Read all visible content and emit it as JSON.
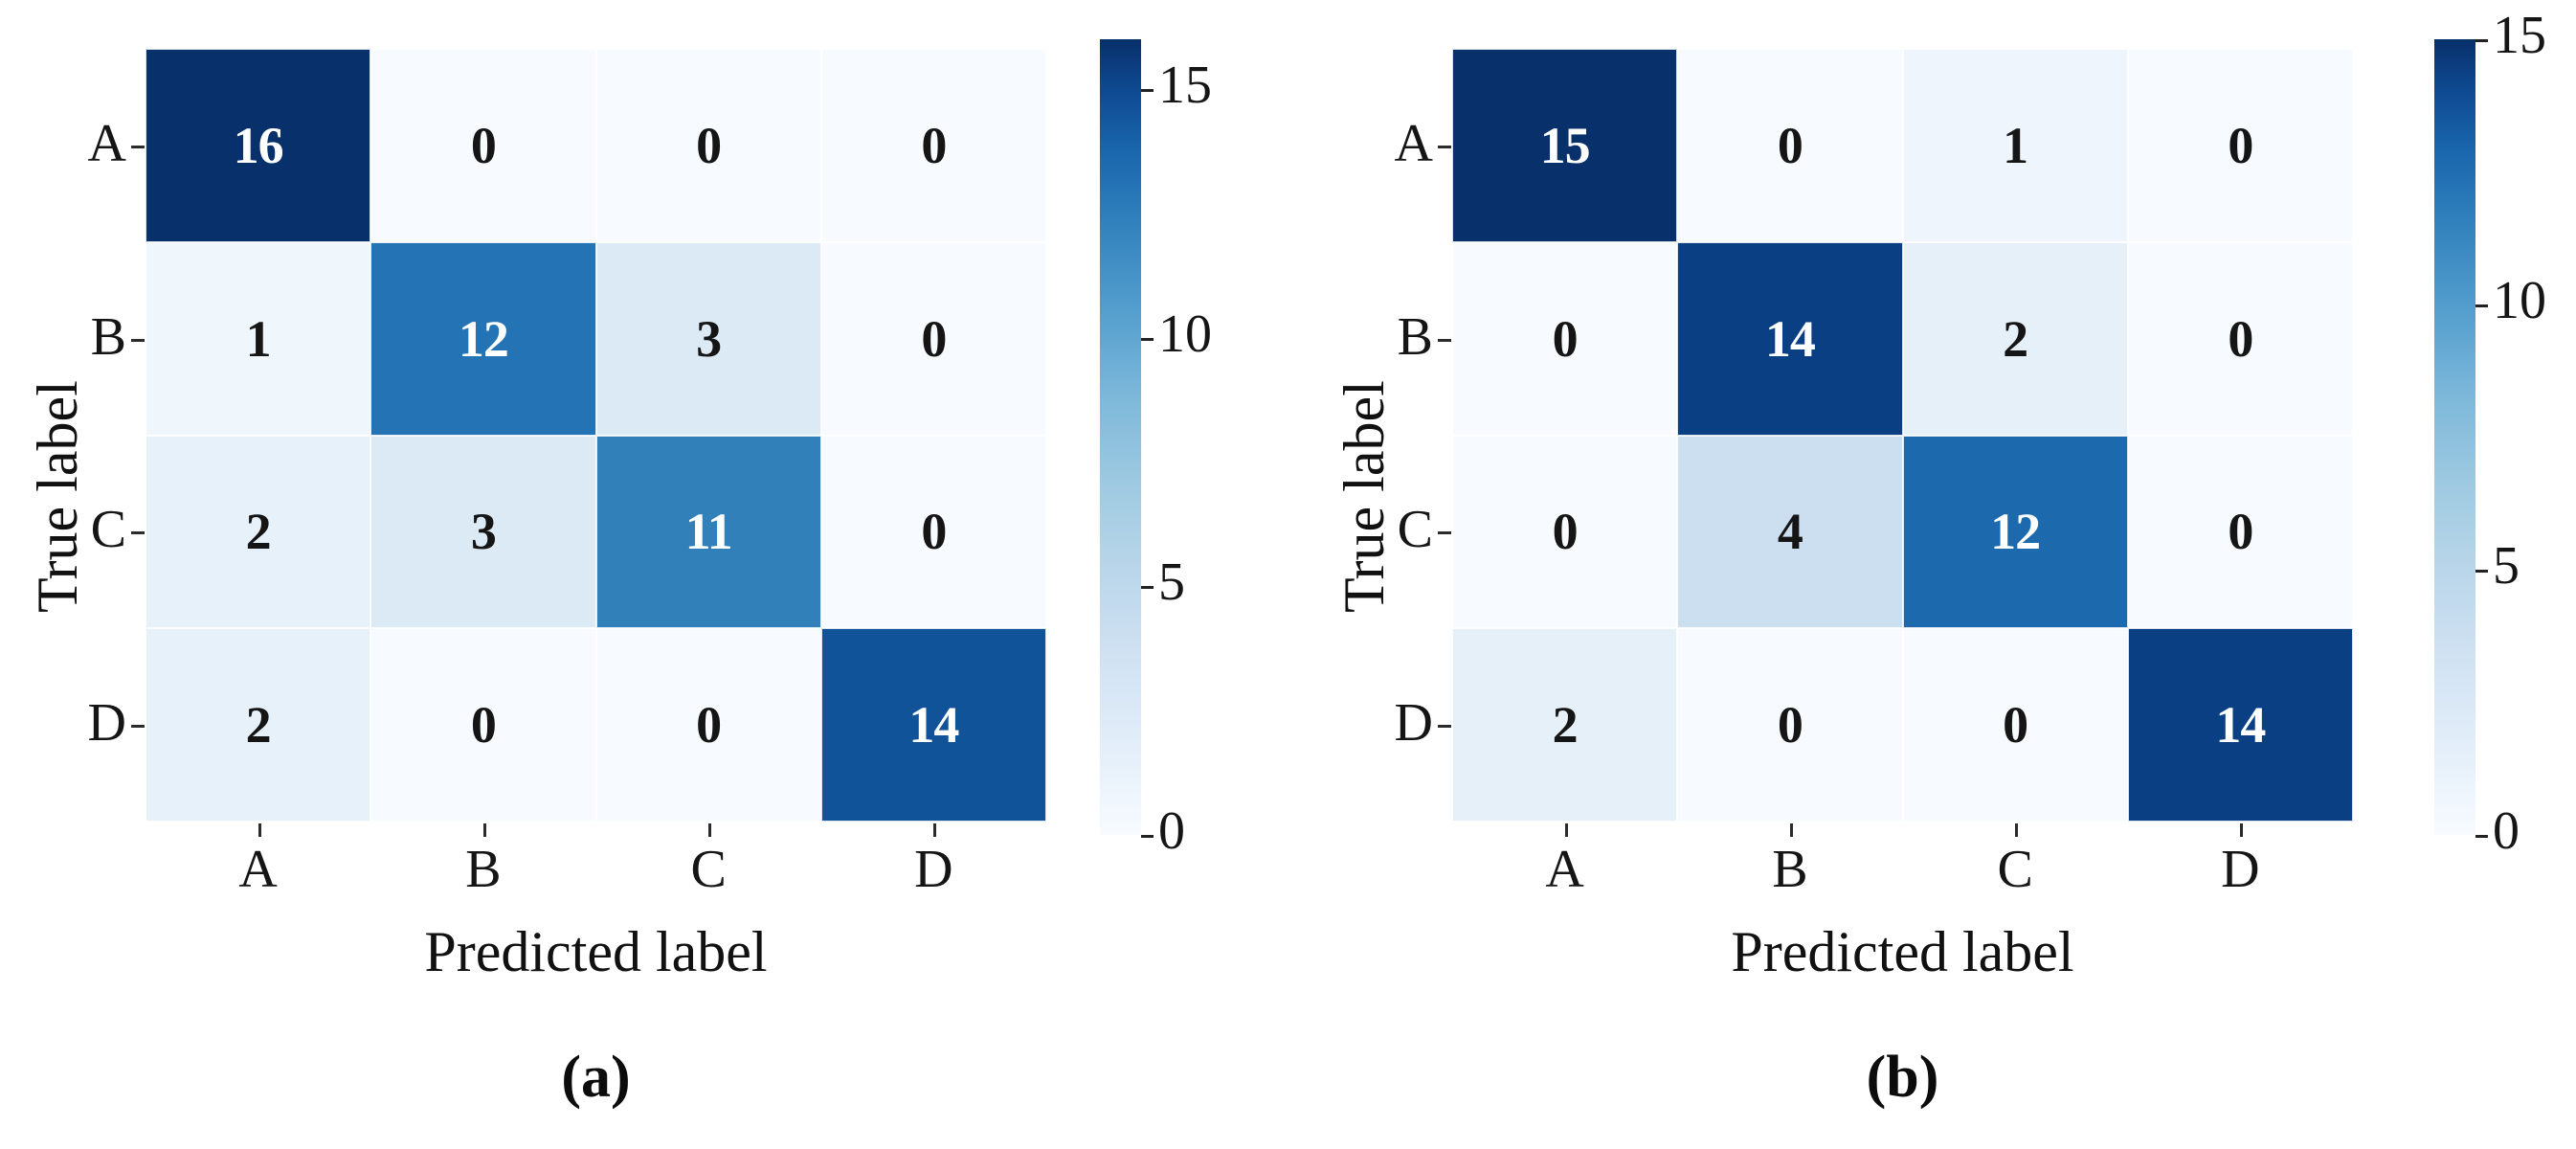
{
  "figure": {
    "background": "#ffffff",
    "panels": [
      {
        "id": "a",
        "caption": "(a)",
        "xlabel": "Predicted label",
        "ylabel": "True label",
        "xticklabels": [
          "A",
          "B",
          "C",
          "D"
        ],
        "yticklabels": [
          "A",
          "B",
          "C",
          "D"
        ],
        "colorbar": {
          "ticks": [
            "15",
            "10",
            "5",
            "0"
          ],
          "vmin": 0,
          "vmax": 16
        },
        "matrix": [
          [
            "16",
            "0",
            "0",
            "0"
          ],
          [
            "1",
            "12",
            "3",
            "0"
          ],
          [
            "2",
            "3",
            "11",
            "0"
          ],
          [
            "2",
            "0",
            "0",
            "14"
          ]
        ]
      },
      {
        "id": "b",
        "caption": "(b)",
        "xlabel": "Predicted label",
        "ylabel": "True label",
        "xticklabels": [
          "A",
          "B",
          "C",
          "D"
        ],
        "yticklabels": [
          "A",
          "B",
          "C",
          "D"
        ],
        "colorbar": {
          "ticks": [
            "15",
            "10",
            "5",
            "0"
          ],
          "vmin": 0,
          "vmax": 15
        },
        "matrix": [
          [
            "15",
            "0",
            "1",
            "0"
          ],
          [
            "0",
            "14",
            "2",
            "0"
          ],
          [
            "0",
            "4",
            "12",
            "0"
          ],
          [
            "2",
            "0",
            "0",
            "14"
          ]
        ]
      }
    ]
  },
  "chart_data": {
    "type": "heatmap",
    "title": "",
    "subplots": [
      {
        "label": "(a)",
        "type": "heatmap",
        "xlabel": "Predicted label",
        "ylabel": "True label",
        "x_categories": [
          "A",
          "B",
          "C",
          "D"
        ],
        "y_categories": [
          "A",
          "B",
          "C",
          "D"
        ],
        "values": [
          [
            16,
            0,
            0,
            0
          ],
          [
            1,
            12,
            3,
            0
          ],
          [
            2,
            3,
            11,
            0
          ],
          [
            2,
            0,
            0,
            14
          ]
        ],
        "annotations": [
          [
            "16",
            "0",
            "0",
            "0"
          ],
          [
            "1",
            "12",
            "3",
            "0"
          ],
          [
            "2",
            "3",
            "11",
            "0"
          ],
          [
            "2",
            "0",
            "0",
            "14"
          ]
        ],
        "colormap": "Blues",
        "colorbar_ticks": [
          0,
          5,
          10,
          15
        ],
        "clim": [
          0,
          16
        ],
        "grid": false,
        "legend": "none"
      },
      {
        "label": "(b)",
        "type": "heatmap",
        "xlabel": "Predicted label",
        "ylabel": "True label",
        "x_categories": [
          "A",
          "B",
          "C",
          "D"
        ],
        "y_categories": [
          "A",
          "B",
          "C",
          "D"
        ],
        "values": [
          [
            15,
            0,
            1,
            0
          ],
          [
            0,
            14,
            2,
            0
          ],
          [
            0,
            4,
            12,
            0
          ],
          [
            2,
            0,
            0,
            14
          ]
        ],
        "annotations": [
          [
            "15",
            "0",
            "1",
            "0"
          ],
          [
            "0",
            "14",
            "2",
            "0"
          ],
          [
            "0",
            "4",
            "12",
            "0"
          ],
          [
            "2",
            "0",
            "0",
            "14"
          ]
        ],
        "colormap": "Blues",
        "colorbar_ticks": [
          0,
          5,
          10,
          15
        ],
        "clim": [
          0,
          15
        ],
        "grid": false,
        "legend": "none"
      }
    ]
  },
  "colors": {
    "cmap_low": "#f7fbff",
    "cmap_high": "#08306b",
    "text_dark": "#151515",
    "text_light": "#ffffff"
  }
}
